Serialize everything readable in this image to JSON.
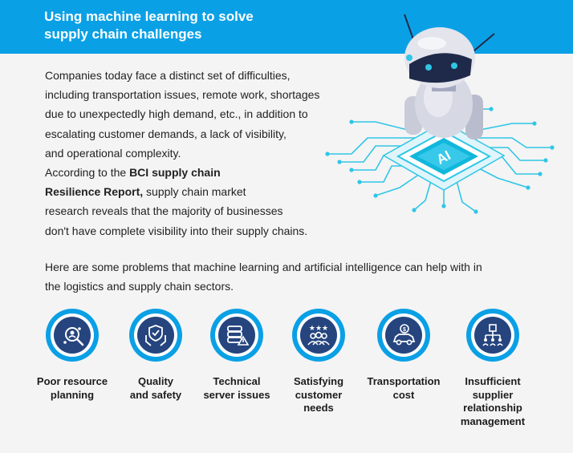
{
  "header": {
    "title_lines": [
      "Using machine learning to solve",
      "supply chain challenges"
    ]
  },
  "intro": {
    "lines": [
      "Companies today face a distinct set of difficulties,",
      "including transportation issues, remote work, shortages",
      "due to unexpectedly high demand, etc., in addition to",
      "escalating customer demands, a lack of visibility,",
      "and operational complexity.",
      "According to the"
    ],
    "bold_1": "BCI supply chain",
    "bold_2": "Resilience Report,",
    "after_bold": "supply chain market",
    "tail_lines": [
      "research reveals that the majority of businesses",
      "don't have complete visibility into their supply chains."
    ]
  },
  "problems": {
    "lines": [
      "Here are some problems that machine learning and artificial intelligence can help with in",
      "the logistics and supply chain sectors."
    ]
  },
  "illustration": {
    "chip_label": "AI"
  },
  "colors": {
    "header": "#0aa0e6",
    "badge_outer": "#0aa0e6",
    "badge_inner": "#26457e",
    "text": "#222222"
  },
  "cards": [
    {
      "icon": "magnifier-people-icon",
      "label_lines": [
        "Poor resource",
        "planning"
      ]
    },
    {
      "icon": "shield-hands-icon",
      "label_lines": [
        "Quality",
        "and safety"
      ]
    },
    {
      "icon": "server-warning-icon",
      "label_lines": [
        "Technical",
        "server issues"
      ]
    },
    {
      "icon": "customers-stars-icon",
      "label_lines": [
        "Satisfying",
        "customer",
        "needs"
      ]
    },
    {
      "icon": "car-dollar-icon",
      "label_lines": [
        "Transportation",
        "cost"
      ]
    },
    {
      "icon": "supplier-network-icon",
      "label_lines": [
        "Insufficient",
        "supplier",
        "relationship",
        "management"
      ]
    }
  ]
}
